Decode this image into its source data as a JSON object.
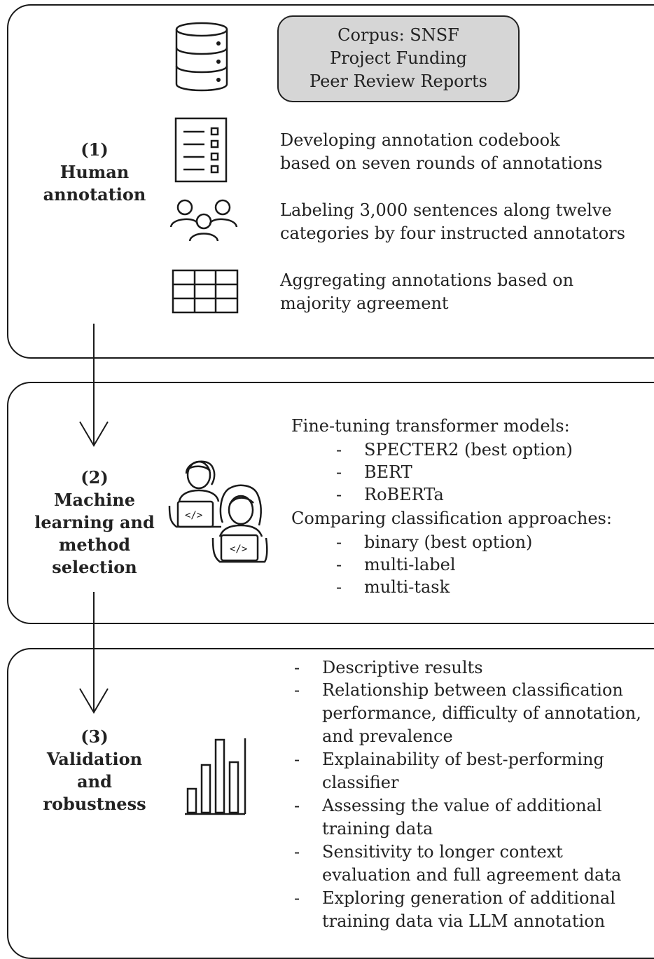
{
  "stage1": {
    "number": "(1)",
    "title_lines": [
      "Human",
      "annotation"
    ],
    "corpus_lines": [
      "Corpus: SNSF",
      "Project Funding",
      "Peer Review Reports"
    ],
    "steps": [
      {
        "icon": "checklist-icon",
        "lines": [
          "Developing annotation codebook",
          "based on seven rounds of annotations"
        ]
      },
      {
        "icon": "people-icon",
        "lines": [
          "Labeling 3,000 sentences along twelve",
          "categories by four instructed annotators"
        ]
      },
      {
        "icon": "table-grid-icon",
        "lines": [
          "Aggregating annotations based on",
          "majority agreement"
        ]
      }
    ]
  },
  "stage2": {
    "number": "(2)",
    "title_lines": [
      "Machine",
      "learning and",
      "method",
      "selection"
    ],
    "models_heading": "Fine-tuning transformer models:",
    "models": [
      "SPECTER2 (best option)",
      "BERT",
      "RoBERTa"
    ],
    "approaches_heading": "Comparing classification approaches:",
    "approaches": [
      "binary (best option)",
      "multi-label",
      "multi-task"
    ]
  },
  "stage3": {
    "number": "(3)",
    "title_lines": [
      "Validation",
      "and",
      "robustness"
    ],
    "items": [
      [
        "Descriptive results"
      ],
      [
        "Relationship between classification",
        "performance, difficulty of annotation,",
        "and prevalence"
      ],
      [
        "Explainability of best-performing",
        "classifier"
      ],
      [
        "Assessing the value of additional",
        "training data"
      ],
      [
        "Sensitivity to longer context",
        "evaluation and full agreement data"
      ],
      [
        "Exploring generation of additional",
        "training data via LLM annotation"
      ]
    ]
  },
  "dash": "-",
  "colors": {
    "border": "#1a1a1a",
    "corpus_fill": "#d6d6d6"
  }
}
